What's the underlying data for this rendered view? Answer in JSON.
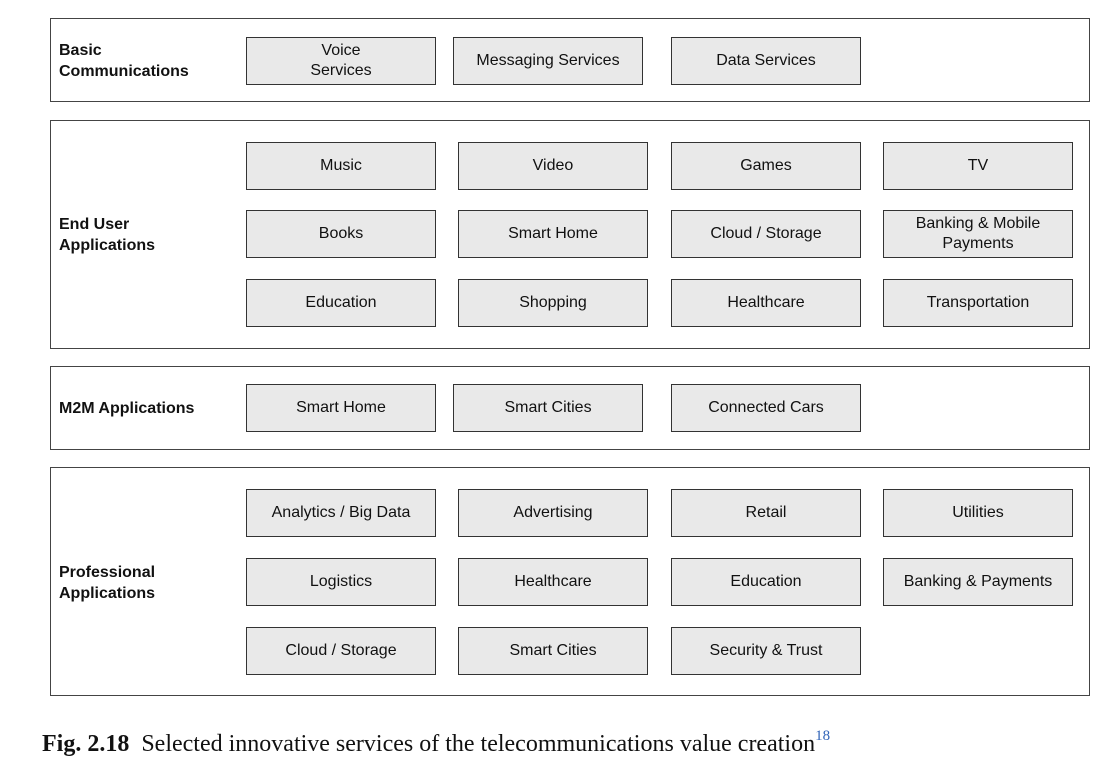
{
  "sections": [
    {
      "label": "Basic\nCommunications",
      "items": [
        "Voice\nServices",
        "Messaging Services",
        "Data Services"
      ]
    },
    {
      "label": "End User\nApplications",
      "items": [
        "Music",
        "Video",
        "Games",
        "TV",
        "Books",
        "Smart Home",
        "Cloud / Storage",
        "Banking & Mobile\nPayments",
        "Education",
        "Shopping",
        "Healthcare",
        "Transportation"
      ]
    },
    {
      "label": "M2M Applications",
      "items": [
        "Smart Home",
        "Smart Cities",
        "Connected Cars"
      ]
    },
    {
      "label": "Professional\nApplications",
      "items": [
        "Analytics / Big Data",
        "Advertising",
        "Retail",
        "Utilities",
        "Logistics",
        "Healthcare",
        "Education",
        "Banking & Payments",
        "Cloud / Storage",
        "Smart Cities",
        "Security & Trust"
      ]
    }
  ],
  "caption": {
    "figure_number": "Fig. 2.18",
    "text": "Selected innovative services of the telecommunications value creation",
    "footnote": "18"
  }
}
